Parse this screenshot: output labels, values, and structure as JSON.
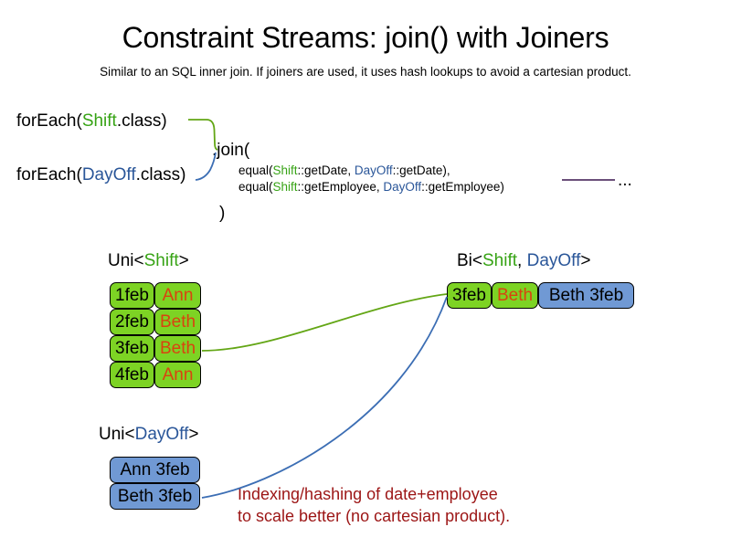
{
  "slide": {
    "title": "Constraint Streams: join() with Joiners",
    "subtitle": "Similar to an SQL inner join. If joiners are used, it uses hash lookups to avoid a cartesian product."
  },
  "code": {
    "foreach_shift": {
      "prefix": "forEach(",
      "type": "Shift",
      "suffix": ".class)"
    },
    "foreach_dayoff": {
      "prefix": "forEach(",
      "type": "DayOff",
      "suffix": ".class)"
    },
    "join_open": ".join(",
    "join_close": ")",
    "joiners": [
      {
        "prefix": "equal(",
        "left_type": "Shift",
        "left_method": "::getDate, ",
        "right_type": "DayOff",
        "right_method": "::getDate),"
      },
      {
        "prefix": "equal(",
        "left_type": "Shift",
        "left_method": "::getEmployee, ",
        "right_type": "DayOff",
        "right_method": "::getEmployee)"
      }
    ],
    "tail_ellipsis": "..."
  },
  "streams": {
    "uni_shift": {
      "label_prefix": "Uni<",
      "label_type": "Shift",
      "label_suffix": ">",
      "rows": [
        {
          "date": "1feb",
          "employee": "Ann"
        },
        {
          "date": "2feb",
          "employee": "Beth"
        },
        {
          "date": "3feb",
          "employee": "Beth"
        },
        {
          "date": "4feb",
          "employee": "Ann"
        }
      ]
    },
    "uni_dayoff": {
      "label_prefix": "Uni<",
      "label_type": "DayOff",
      "label_suffix": ">",
      "rows": [
        {
          "pair": "Ann 3feb"
        },
        {
          "pair": "Beth 3feb"
        }
      ]
    },
    "bi": {
      "label_prefix": "Bi<",
      "label_type_a": "Shift",
      "label_separator": ", ",
      "label_type_b": "DayOff",
      "label_suffix": ">",
      "row": {
        "date": "3feb",
        "employee": "Beth",
        "pair": "Beth 3feb"
      }
    }
  },
  "annotation": {
    "line1": "Indexing/hashing of date+employee",
    "line2": "to scale better (no cartesian product)."
  },
  "colors": {
    "shift_green_text": "#37a315",
    "dayoff_blue_text": "#2a5699",
    "fact_green": "#7dd324",
    "fact_blue": "#7099d4",
    "employee_orange": "#d9430f",
    "annotation_red": "#9c1515",
    "tail_purple": "#6b4f7a",
    "connector_green": "#63a615",
    "connector_blue": "#3c6eb4"
  }
}
